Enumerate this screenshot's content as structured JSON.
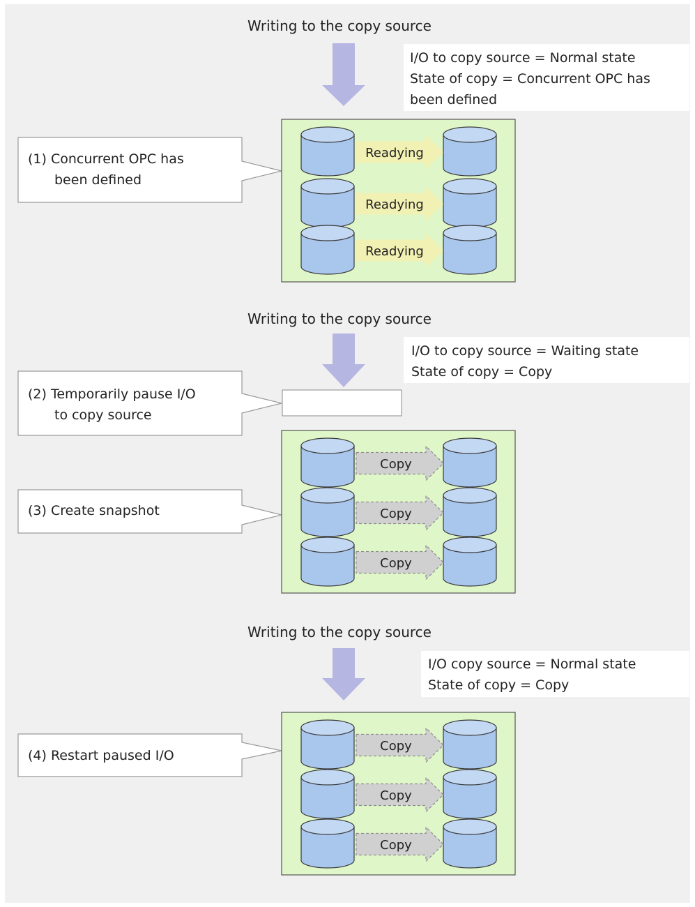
{
  "colors": {
    "frame_background": "#f0f0f0",
    "group_background": "#dff6c8",
    "disk_fill": "#a9c6ec",
    "disk_top": "#c3d8f3",
    "write_arrow": "#b6b6e2",
    "readying_arrow": "#f1f1b4",
    "copy_arrow": "#d0d0d0",
    "callout_border": "#9a9a9a"
  },
  "icons": {
    "disk": "cylinder-icon",
    "write": "down-arrow-icon",
    "transfer": "right-arrow-icon"
  },
  "stages": [
    {
      "write_label": "Writing to the copy source",
      "state_lines": [
        "I/O to copy source = Normal state",
        "State of copy = Concurrent OPC has",
        "been defined"
      ],
      "step_lines": [
        "(1) Concurrent OPC has",
        "been defined"
      ],
      "arrow_label": "Readying"
    },
    {
      "write_label": "Writing to the copy source",
      "state_lines": [
        "I/O to copy source = Waiting state",
        "State of copy = Copy"
      ],
      "step_lines": [
        "(2) Temporarily pause I/O",
        "to copy source"
      ],
      "snapshot_step_lines": [
        "(3) Create snapshot"
      ],
      "arrow_label": "Copy"
    },
    {
      "write_label": "Writing to the copy source",
      "state_lines": [
        "I/O copy source = Normal state",
        "State of copy = Copy"
      ],
      "step_lines": [
        "(4) Restart paused I/O"
      ],
      "arrow_label": "Copy"
    }
  ]
}
